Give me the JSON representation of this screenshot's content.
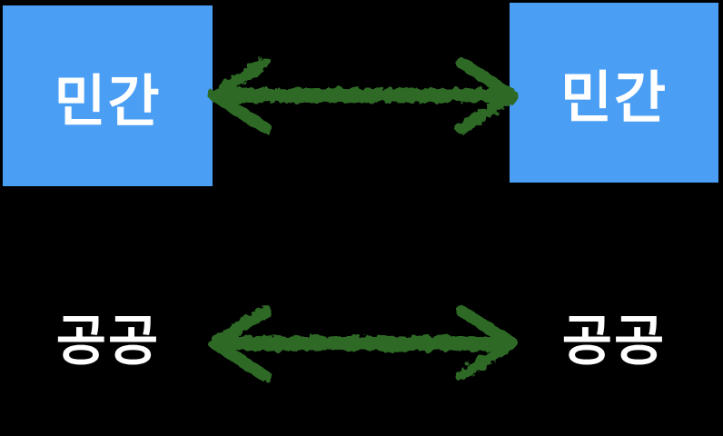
{
  "diagram": {
    "title": "private-public-exchange-diagram",
    "nodes": {
      "top_left": {
        "label": "민간",
        "shape": "filled-box"
      },
      "top_right": {
        "label": "민간",
        "shape": "filled-box"
      },
      "bottom_left": {
        "label": "공공",
        "shape": "plain-text"
      },
      "bottom_right": {
        "label": "공공",
        "shape": "plain-text"
      }
    },
    "connections": [
      {
        "from": "top_left",
        "to": "top_right",
        "style": "hand-drawn-double-arrow"
      },
      {
        "from": "bottom_left",
        "to": "bottom_right",
        "style": "hand-drawn-double-arrow"
      }
    ]
  },
  "colors": {
    "bg": "#000000",
    "box-blue": "#4a9ef4",
    "arrow-green": "#2e6b28",
    "text-white": "#ffffff"
  }
}
